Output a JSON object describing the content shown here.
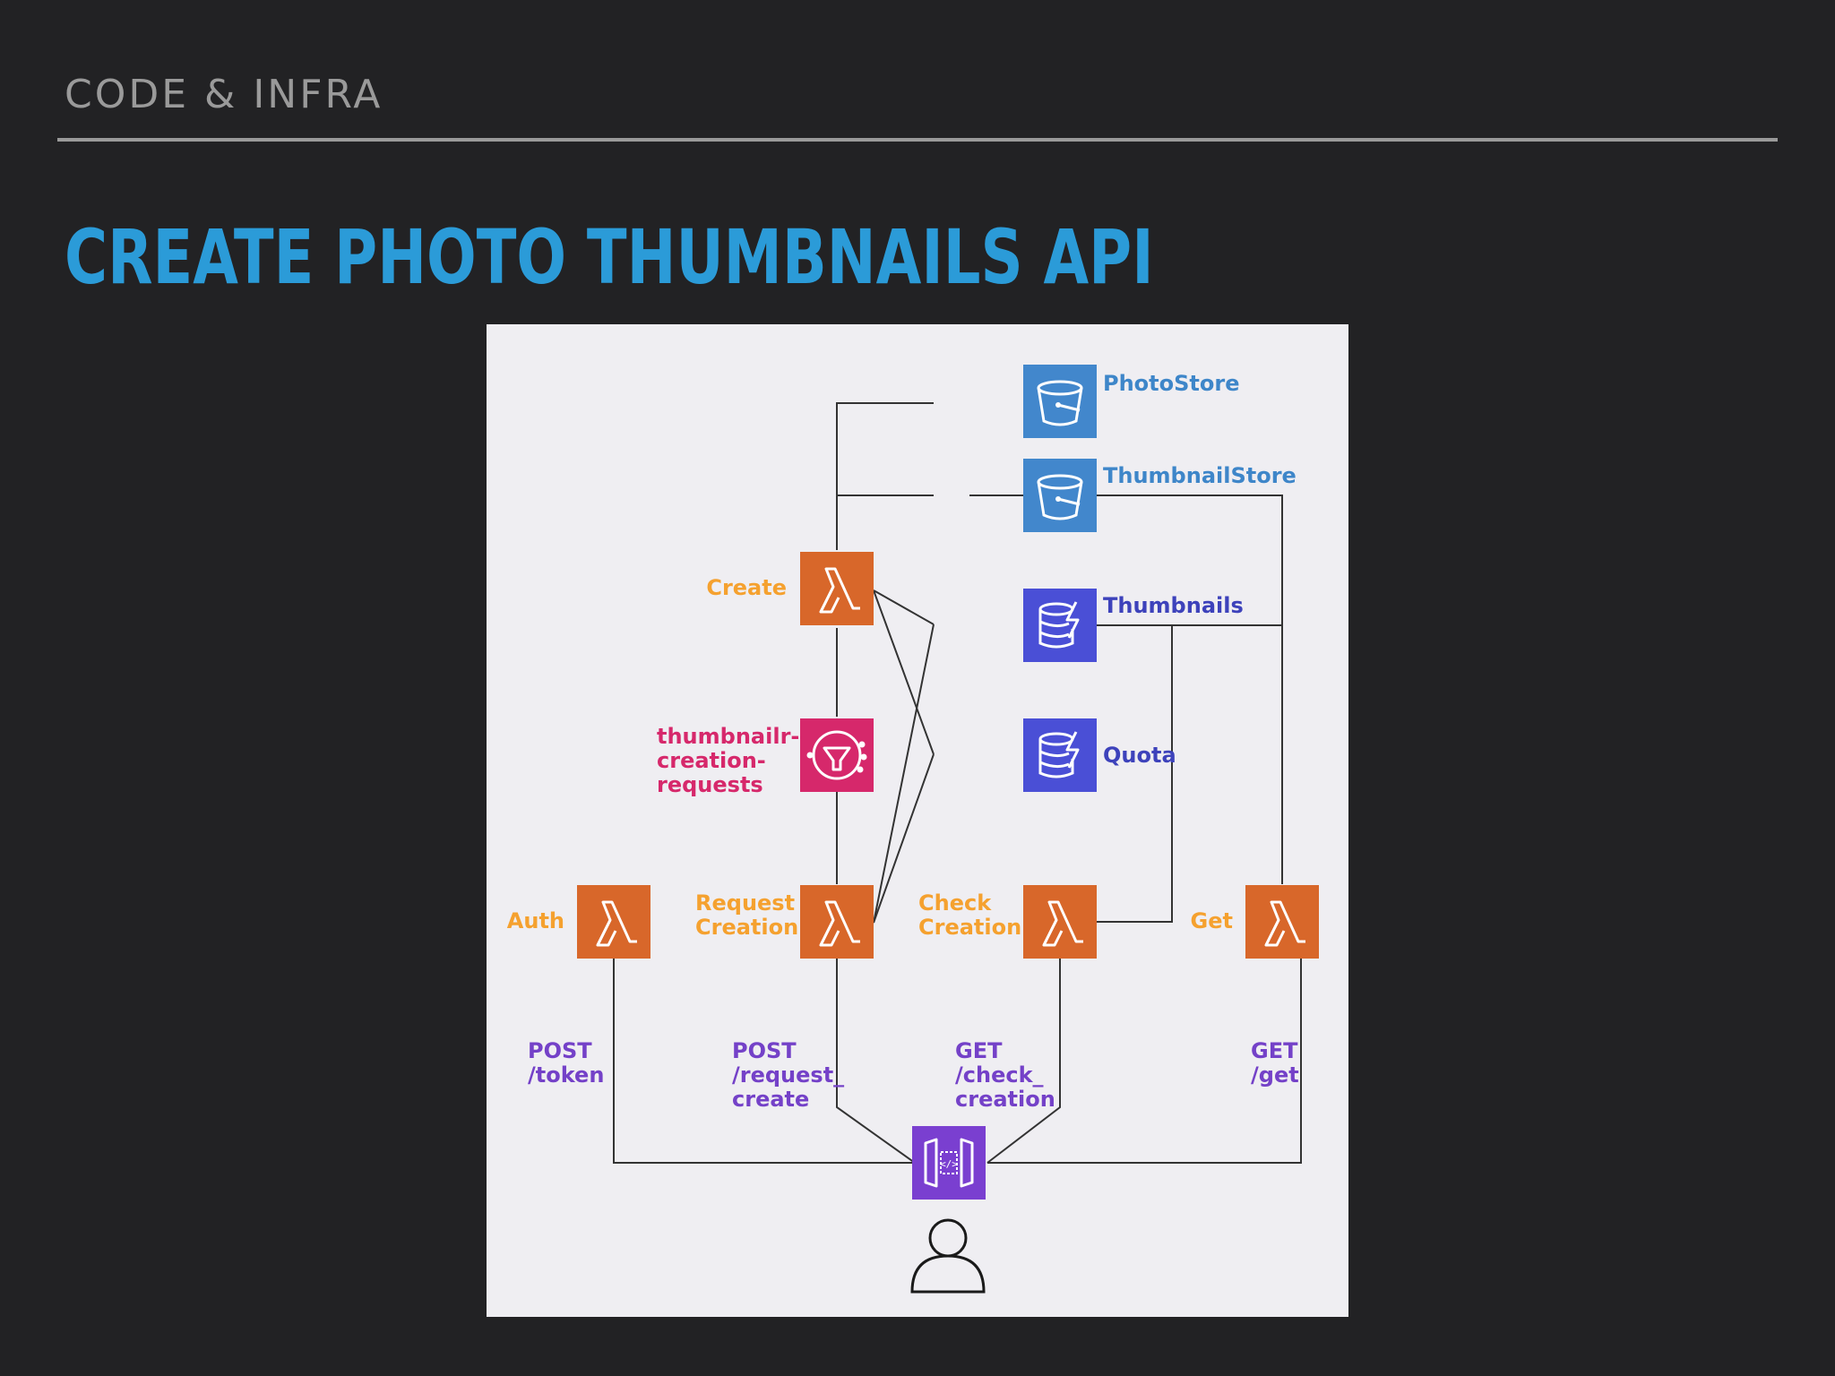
{
  "header": {
    "section_label": "CODE & INFRA",
    "title": "CREATE PHOTO THUMBNAILS API"
  },
  "colors": {
    "background": "#222224",
    "title": "#2b9bd8",
    "section_label": "#9a9a9a",
    "lambda": "#d8672a",
    "lambda_label": "#f5a12f",
    "s3": "#4287cc",
    "s3_label": "#3e86c9",
    "dynamodb": "#4a4fd6",
    "dynamodb_label": "#3d42bb",
    "sns": "#d6286b",
    "sns_label": "#d6286b",
    "api_gateway": "#7a3fd0",
    "route_label": "#7441c8"
  },
  "diagram": {
    "nodes": {
      "photostore": {
        "label": "PhotoStore",
        "icon": "s3-bucket-icon"
      },
      "thumbnailstore": {
        "label": "ThumbnailStore",
        "icon": "s3-bucket-icon"
      },
      "create": {
        "label": "Create",
        "icon": "lambda-icon"
      },
      "thumbnails": {
        "label": "Thumbnails",
        "icon": "dynamodb-icon"
      },
      "quota": {
        "label": "Quota",
        "icon": "dynamodb-icon"
      },
      "sns": {
        "label_lines": [
          "thumbnailr-",
          "creation-",
          "requests"
        ],
        "icon": "sns-topic-icon"
      },
      "auth": {
        "label": "Auth",
        "icon": "lambda-icon"
      },
      "request_creation": {
        "label_lines": [
          "Request",
          "Creation"
        ],
        "icon": "lambda-icon"
      },
      "check_creation": {
        "label_lines": [
          "Check",
          "Creation"
        ],
        "icon": "lambda-icon"
      },
      "get": {
        "label": "Get",
        "icon": "lambda-icon"
      },
      "api_gateway": {
        "icon": "api-gateway-icon"
      },
      "user": {
        "icon": "user-icon"
      }
    },
    "routes": {
      "post_token": [
        "POST",
        "/token"
      ],
      "post_request_create": [
        "POST",
        "/request_",
        "create"
      ],
      "get_check_creation": [
        "GET",
        "/check_",
        "creation"
      ],
      "get_get": [
        "GET",
        "/get"
      ]
    }
  }
}
